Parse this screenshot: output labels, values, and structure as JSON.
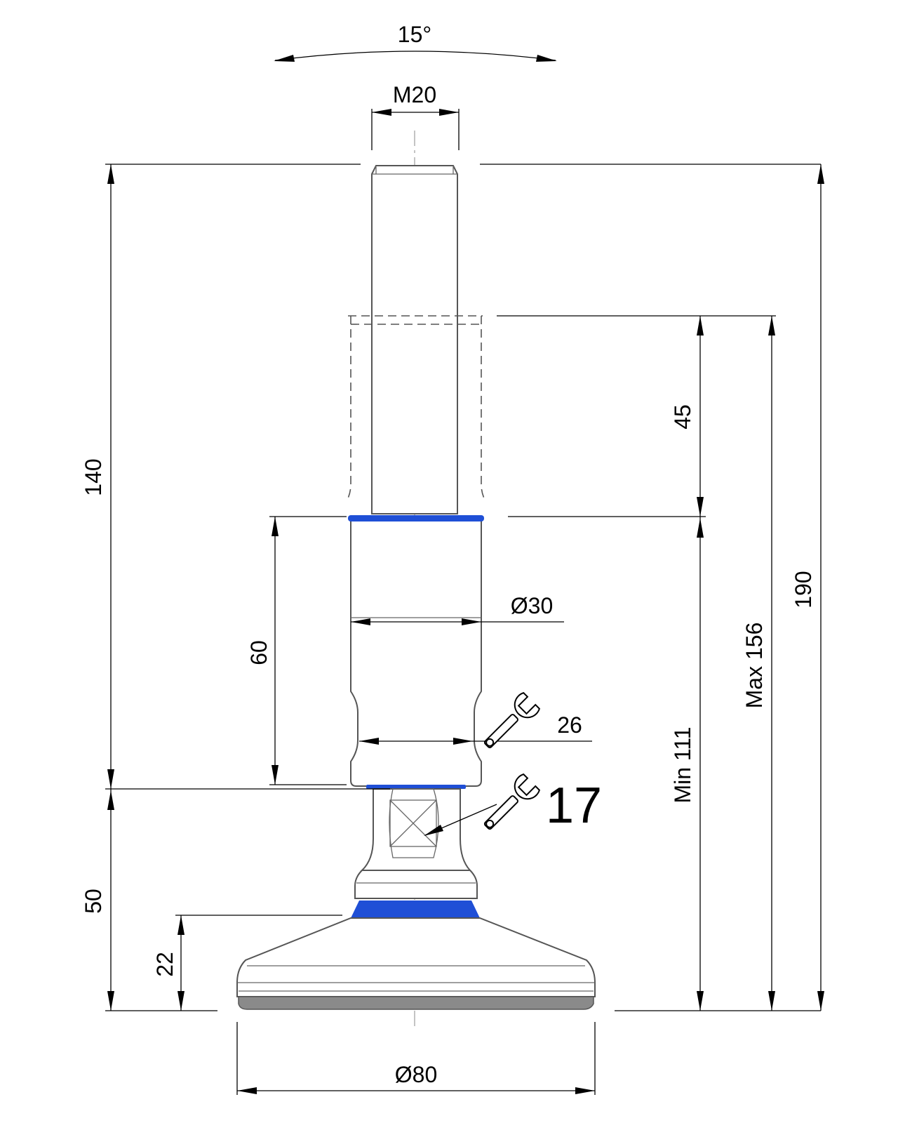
{
  "drawing": {
    "colors": {
      "seal": "#1f4fd6",
      "pad": "#8a8a8a",
      "line": "#000000",
      "part_outline": "#555555"
    },
    "dimensions": {
      "tilt_angle": "15°",
      "thread": "M20",
      "total_height": "190",
      "stud_length": "140",
      "adjust_range": "45",
      "max_height": "Max 156",
      "min_height": "Min 111",
      "sleeve_height": "60",
      "sleeve_diameter": "Ø30",
      "wrench_size_sleeve": "26",
      "base_height": "50",
      "foot_height": "22",
      "foot_diameter": "Ø80",
      "wrench_size_hex": "17"
    },
    "icons": {
      "wrench_upper": "wrench-icon",
      "wrench_lower": "wrench-icon"
    }
  }
}
